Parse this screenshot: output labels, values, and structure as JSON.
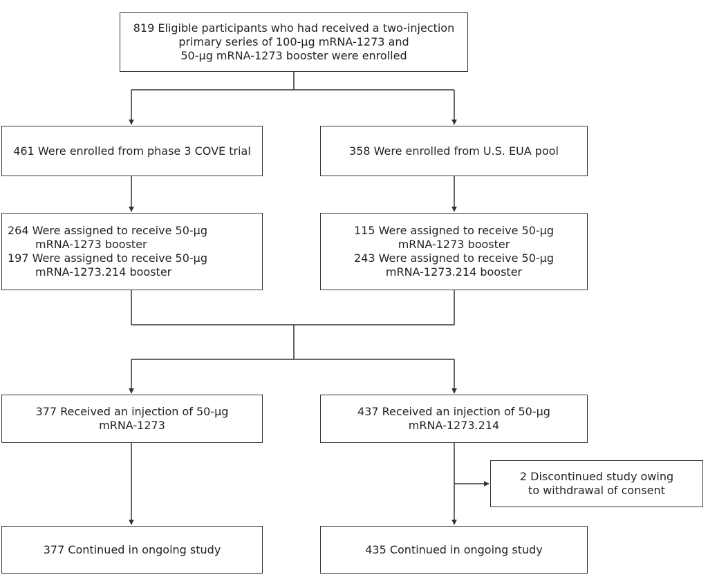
{
  "enrollment": {
    "lines": [
      "819 Eligible participants who had received a two-injection",
      "primary series of 100-μg mRNA-1273 and",
      "50-μg mRNA-1273 booster were enrolled"
    ]
  },
  "sources": {
    "cove": "461 Were enrolled from phase 3 COVE trial",
    "eua": "358 Were enrolled from U.S. EUA pool"
  },
  "assignment": {
    "cove": [
      "264 Were assigned to receive 50-μg",
      "mRNA-1273 booster",
      "197 Were assigned to receive 50-μg",
      "mRNA-1273.214 booster"
    ],
    "eua": [
      "115 Were assigned to receive 50-μg",
      "mRNA-1273 booster",
      "243 Were assigned to receive 50-μg",
      "mRNA-1273.214 booster"
    ]
  },
  "received": {
    "left": [
      "377 Received an injection of 50-μg",
      "mRNA-1273"
    ],
    "right": [
      "437 Received an injection of 50-μg",
      "mRNA-1273.214"
    ]
  },
  "discontinued": [
    "2 Discontinued study owing",
    "to withdrawal of consent"
  ],
  "continued": {
    "left": "377 Continued in ongoing study",
    "right": "435 Continued in ongoing study"
  }
}
